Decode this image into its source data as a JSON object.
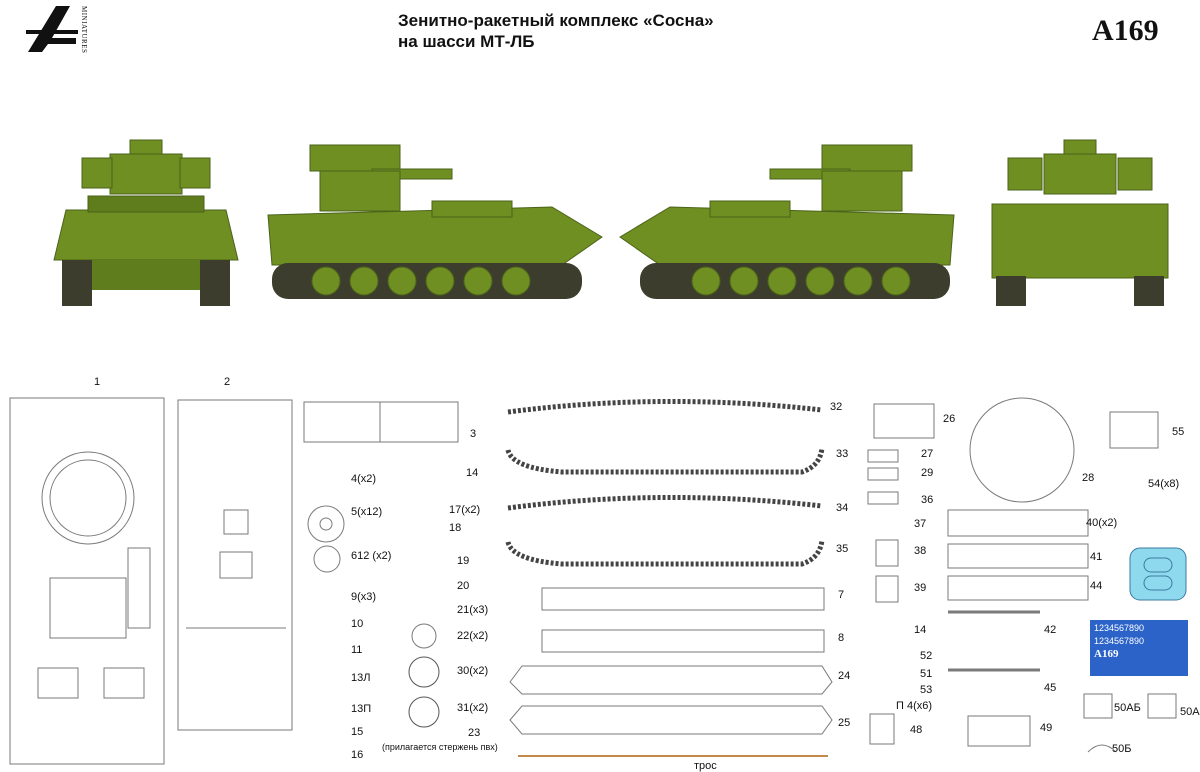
{
  "header": {
    "title_line1": "Зенитно-ракетный комплекс «Сосна»",
    "title_line2": "на шасси МТ-ЛБ",
    "code": "A169",
    "logo_letter": "A",
    "logo_vertical": "MINIATURES"
  },
  "colors": {
    "olive": "#6f8f22",
    "olive_dark": "#4b631a",
    "line": "#7a7a7a",
    "decal_blue": "#2b63c9",
    "decal_cyan": "#8fd9ee"
  },
  "parts": [
    {
      "id": "p1",
      "label": "1"
    },
    {
      "id": "p2",
      "label": "2"
    },
    {
      "id": "p3",
      "label": "3"
    },
    {
      "id": "p4",
      "label": "4(x2)"
    },
    {
      "id": "p5",
      "label": "5(x12)"
    },
    {
      "id": "p6",
      "label": "612 (x2)"
    },
    {
      "id": "p9",
      "label": "9(x3)"
    },
    {
      "id": "p10",
      "label": "10"
    },
    {
      "id": "p11",
      "label": "11"
    },
    {
      "id": "p13l",
      "label": "13Л"
    },
    {
      "id": "p13p",
      "label": "13П"
    },
    {
      "id": "p14a",
      "label": "14"
    },
    {
      "id": "p15",
      "label": "15"
    },
    {
      "id": "p16",
      "label": "16"
    },
    {
      "id": "p17",
      "label": "17(x2)"
    },
    {
      "id": "p18",
      "label": "18"
    },
    {
      "id": "p19",
      "label": "19"
    },
    {
      "id": "p20",
      "label": "20"
    },
    {
      "id": "p21",
      "label": "21(x3)"
    },
    {
      "id": "p22",
      "label": "22(x2)"
    },
    {
      "id": "p30",
      "label": "30(x2)"
    },
    {
      "id": "p31",
      "label": "31(x2)"
    },
    {
      "id": "p23",
      "label": "23"
    },
    {
      "id": "p23n",
      "label": "(прилагается стержень пвх)"
    },
    {
      "id": "p32",
      "label": "32"
    },
    {
      "id": "p33",
      "label": "33"
    },
    {
      "id": "p34",
      "label": "34"
    },
    {
      "id": "p35",
      "label": "35"
    },
    {
      "id": "p7",
      "label": "7"
    },
    {
      "id": "p8",
      "label": "8"
    },
    {
      "id": "p24",
      "label": "24"
    },
    {
      "id": "p25",
      "label": "25"
    },
    {
      "id": "ptros",
      "label": "трос"
    },
    {
      "id": "p26",
      "label": "26"
    },
    {
      "id": "p27",
      "label": "27"
    },
    {
      "id": "p29",
      "label": "29"
    },
    {
      "id": "p36",
      "label": "36"
    },
    {
      "id": "p37",
      "label": "37"
    },
    {
      "id": "p38",
      "label": "38"
    },
    {
      "id": "p39",
      "label": "39"
    },
    {
      "id": "p14b",
      "label": "14"
    },
    {
      "id": "p52",
      "label": "52"
    },
    {
      "id": "p51",
      "label": "51"
    },
    {
      "id": "p53",
      "label": "53"
    },
    {
      "id": "pp4",
      "label": "П 4(x6)"
    },
    {
      "id": "p48",
      "label": "48"
    },
    {
      "id": "p28",
      "label": "28"
    },
    {
      "id": "p55",
      "label": "55"
    },
    {
      "id": "p54",
      "label": "54(x8)"
    },
    {
      "id": "p40",
      "label": "40(x2)"
    },
    {
      "id": "p41",
      "label": "41"
    },
    {
      "id": "p44",
      "label": "44"
    },
    {
      "id": "p42",
      "label": "42"
    },
    {
      "id": "p45",
      "label": "45"
    },
    {
      "id": "p49",
      "label": "49"
    },
    {
      "id": "p50ab",
      "label": "50АБ"
    },
    {
      "id": "p50a",
      "label": "50А"
    },
    {
      "id": "p50b",
      "label": "50Б"
    }
  ],
  "decal": {
    "digits": "1234567890",
    "code": "A169"
  }
}
